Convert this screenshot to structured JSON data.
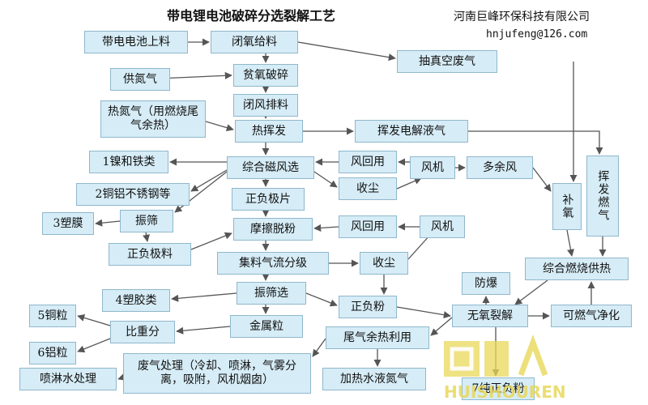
{
  "title": "带电锂电池破碎分选裂解工艺",
  "company": "河南巨峰环保科技有限公司",
  "email": "hnjufeng@126.com",
  "watermark_text": "HUISHOUREN",
  "nodes": {
    "n1": "带电电池上料",
    "n2": "闭氧给料",
    "n3": "抽真空废气",
    "n4": "供氮气",
    "n5": "贫氧破碎",
    "n6": "闭风排料",
    "n7": "热氮气（用燃烧尾气余热）",
    "n8": "热挥发",
    "n9": "挥发电解液气",
    "n10": "挥发燃气",
    "n11": "1镍和铁类",
    "n12": "综合磁风选",
    "n13": "风回用",
    "n14": "风机",
    "n15": "多余风",
    "n16": "补氧",
    "n17": "2铜铝不锈钢等",
    "n18": "收尘",
    "n19": "正负极片",
    "n20": "3塑膜",
    "n21": "振筛",
    "n22": "摩擦脱粉",
    "n23": "风回用",
    "n24": "风机",
    "n25": "正负极料",
    "n26": "集料气流分级",
    "n27": "收尘",
    "n28": "综合燃烧供热",
    "n29": "防爆",
    "n30": "4塑胶类",
    "n31": "振筛选",
    "n32": "正负粉",
    "n33": "无氧裂解",
    "n34": "可燃气净化",
    "n35": "5铜粒",
    "n36": "比重分",
    "n37": "金属粒",
    "n38": "尾气余热利用",
    "n39": "6铝粒",
    "n40": "废气处理（冷却、喷淋，气雾分离，吸附，风机烟囱）",
    "n41": "喷淋水处理",
    "n42": "加热水液氮气",
    "n43": "7纯正负粉"
  }
}
